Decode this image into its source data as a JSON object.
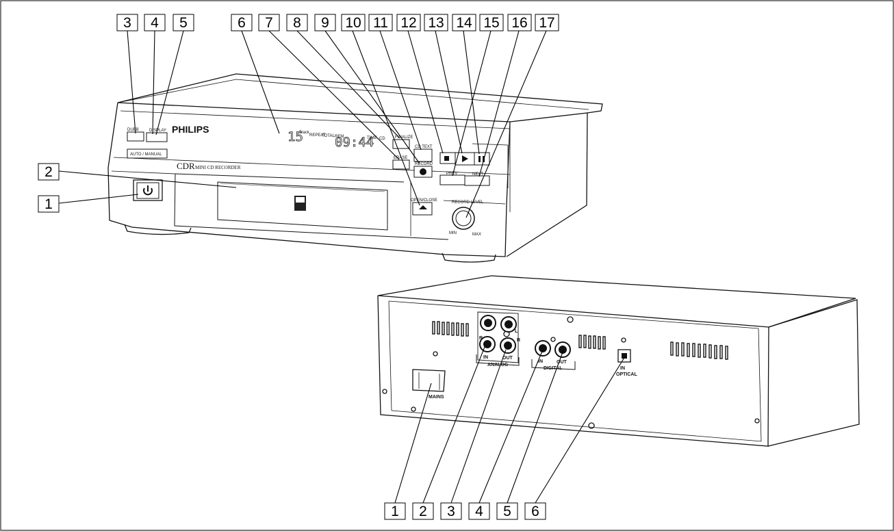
{
  "front": {
    "brand": "PHILIPS",
    "model": "CDR",
    "model_sub": "MINI CD RECORDER",
    "lcd_track": "15",
    "lcd_time": "09:44",
    "lcd_labels": [
      "Track",
      "REPEAT",
      "TOTAL",
      "REM",
      "TIME",
      "CD"
    ],
    "buttons": {
      "dubb": "DUBB",
      "display": "DISPLAY",
      "auto_manual": "AUTO / MANUAL",
      "erase": "ERASE",
      "finalize": "FINALIZE",
      "record": "RECORD",
      "cd_text": "CD TEXT",
      "prev": "PREV",
      "next": "NEXT",
      "open_close": "OPEN/CLOSE",
      "record_level": "RECORD LEVEL",
      "min": "MIN",
      "max": "MAX"
    },
    "callouts_top": [
      "3",
      "4",
      "5",
      "6",
      "7",
      "8",
      "9",
      "10",
      "11",
      "12",
      "13",
      "14",
      "15",
      "16",
      "17"
    ],
    "callouts_left": [
      "2",
      "1"
    ]
  },
  "rear": {
    "labels": {
      "r_left": "R",
      "l": "L",
      "r_right": "R",
      "analog_in": "IN",
      "analog_out": "OUT",
      "analog": "ANALOG",
      "digital_in": "IN",
      "digital_out": "OUT",
      "digital": "DIGITAL",
      "optical_in": "IN",
      "optical": "OPTICAL",
      "mains": "MAINS"
    },
    "callouts_bottom": [
      "1",
      "2",
      "3",
      "4",
      "5",
      "6"
    ]
  }
}
